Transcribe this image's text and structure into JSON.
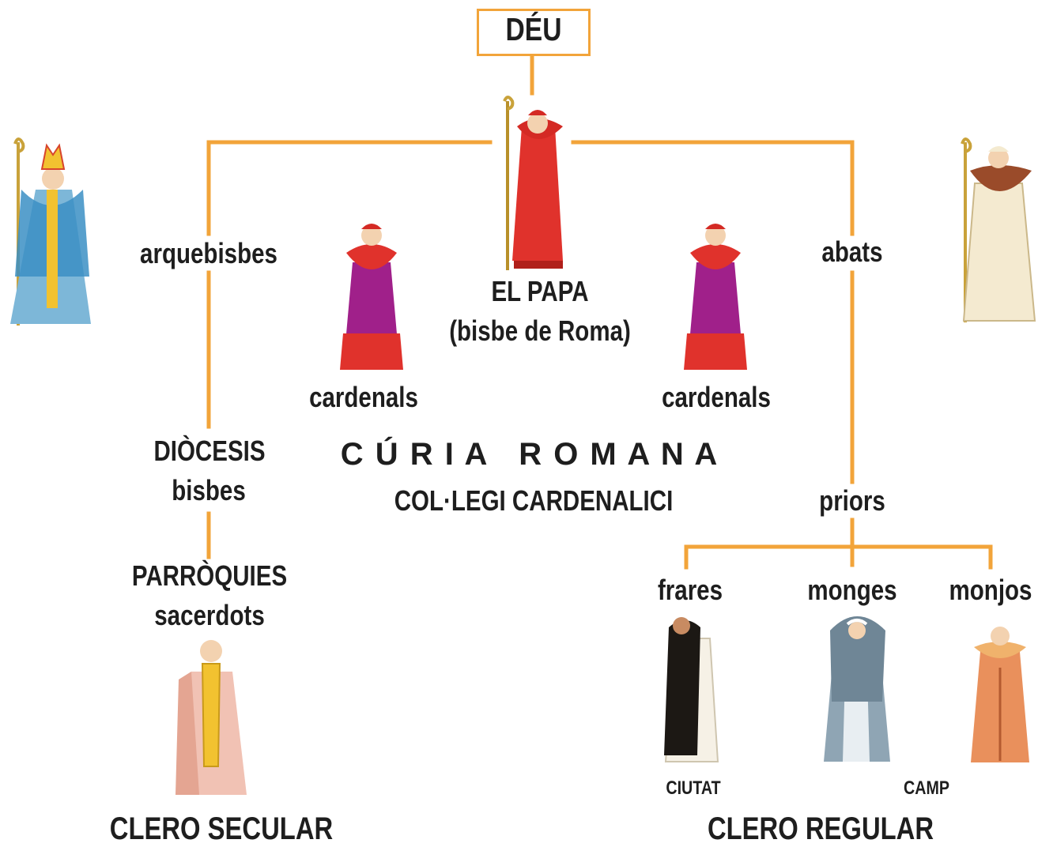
{
  "top": {
    "title": "DÉU"
  },
  "pope": {
    "name": "EL PAPA",
    "subtitle": "(bisbe de Roma)"
  },
  "left_branch": {
    "archbishops": "arquebisbes",
    "diocese": "DIÒCESIS",
    "bishops": "bisbes",
    "parishes": "PARRÒQUIES",
    "priests": "sacerdots",
    "footer": "CLERO SECULAR"
  },
  "curia": {
    "cardinals_left": "cardenals",
    "cardinals_right": "cardenals",
    "title": "C Ú R I A   R O M A N A",
    "college": "COL·LEGI CARDENALICI"
  },
  "right_branch": {
    "abbots": "abats",
    "priors": "priors",
    "friars": "frares",
    "nuns": "monges",
    "monks": "monjos",
    "city": "CIUTAT",
    "country": "CAMP",
    "footer": "CLERO REGULAR"
  },
  "colors": {
    "line": "#f2a43a",
    "text": "#1e1e1e",
    "cardinal_red": "#e0322c",
    "cardinal_purple": "#a0208a"
  },
  "figures": [
    "archbishop-figure",
    "abbot-figure",
    "pope-figure",
    "cardinal-figure",
    "cardinal-figure",
    "priest-figure",
    "friar-figure",
    "nun-figure",
    "monk-figure"
  ]
}
